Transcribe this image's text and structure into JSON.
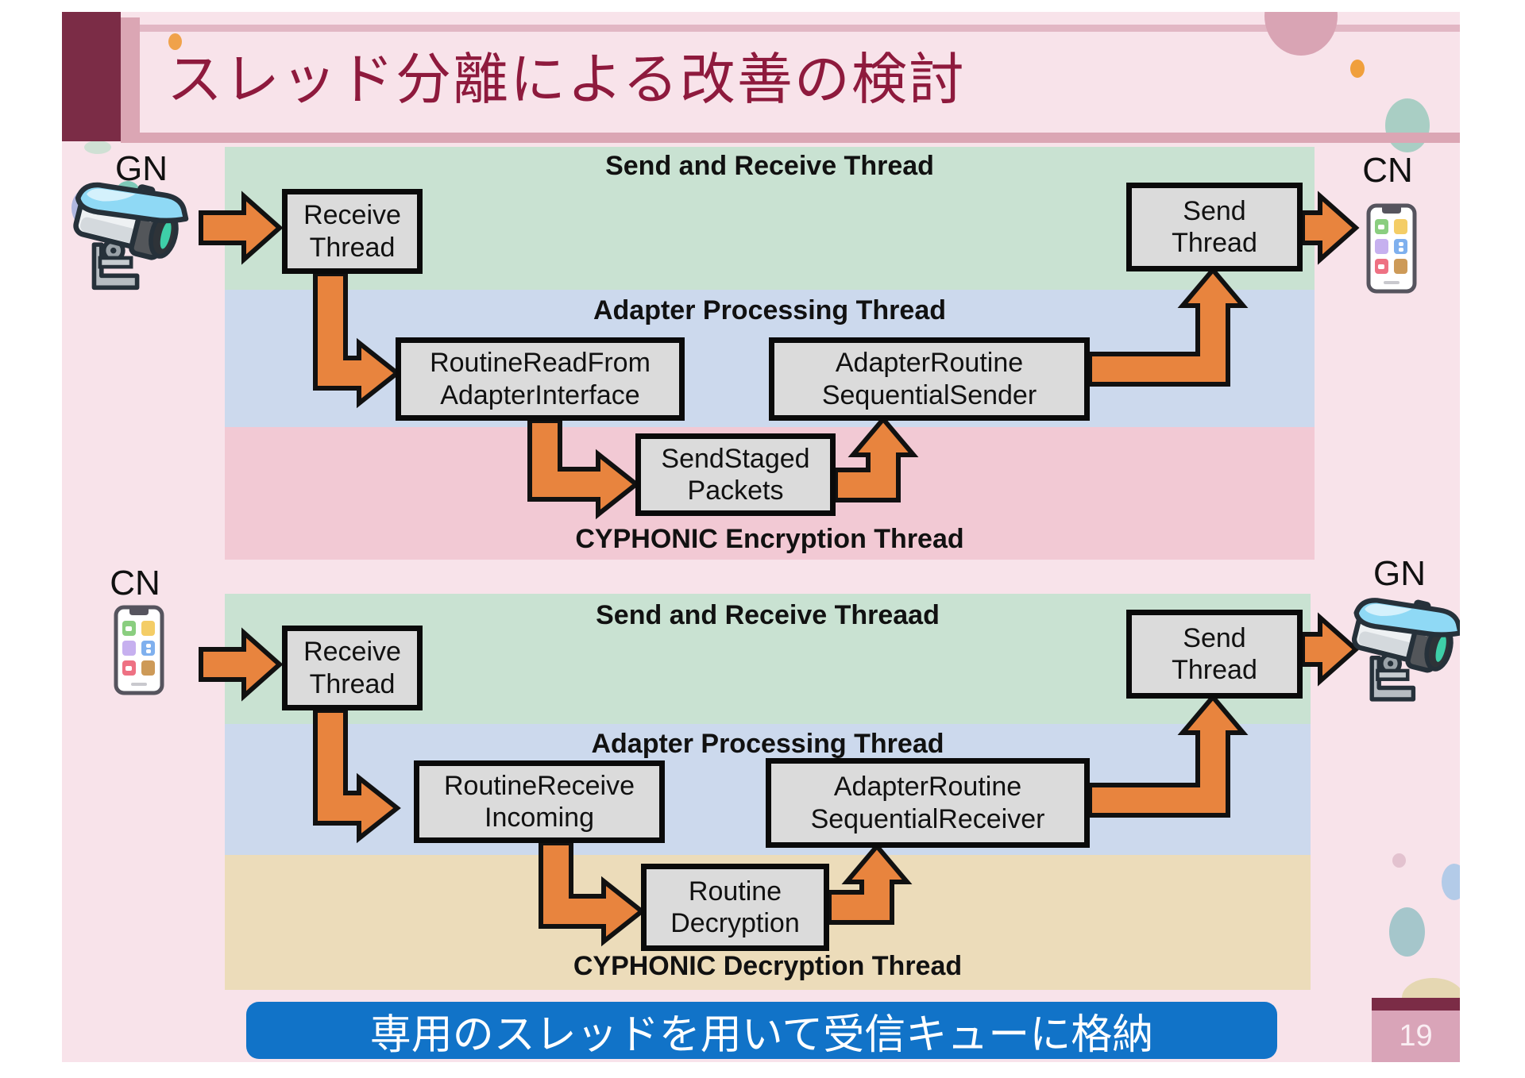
{
  "slide": {
    "title": "スレッド分離による改善の検討",
    "page_number": "19",
    "banner_text": "専用のスレッドを用いて受信キューに格納"
  },
  "top_flow": {
    "source_label": "GN",
    "dest_label": "CN",
    "send_receive_band": "Send and Receive Thread",
    "adapter_band": "Adapter Processing Thread",
    "crypto_band": "CYPHONIC Encryption Thread",
    "boxes": {
      "receive": {
        "line1": "Receive",
        "line2": "Thread"
      },
      "routine_read": {
        "line1": "RoutineReadFrom",
        "line2": "AdapterInterface"
      },
      "seq_sender": {
        "line1": "AdapterRoutine",
        "line2": "SequentialSender"
      },
      "send_staged": {
        "line1": "SendStaged",
        "line2": "Packets"
      },
      "send": {
        "line1": "Send",
        "line2": "Thread"
      }
    }
  },
  "bottom_flow": {
    "source_label": "CN",
    "dest_label": "GN",
    "send_receive_band": "Send and Receive Threaad",
    "adapter_band": "Adapter Processing Thread",
    "crypto_band": "CYPHONIC Decryption Thread",
    "boxes": {
      "receive": {
        "line1": "Receive",
        "line2": "Thread"
      },
      "routine_receive": {
        "line1": "RoutineReceive",
        "line2": "Incoming"
      },
      "seq_receiver": {
        "line1": "AdapterRoutine",
        "line2": "SequentialReceiver"
      },
      "routine_decrypt": {
        "line1": "Routine",
        "line2": "Decryption"
      },
      "send": {
        "line1": "Send",
        "line2": "Thread"
      }
    }
  },
  "colors": {
    "slide_pink": "#f8e3ea",
    "accent_maroon": "#7b2c46",
    "title_text": "#8e1a3d",
    "band_green": "#c9e2d2",
    "band_blue": "#ccd9ed",
    "band_pink": "#f2c9d4",
    "band_tan": "#ecdcba",
    "arrow_orange": "#e8843e",
    "banner_blue": "#1173c8",
    "box_gray": "#dbdbdb"
  }
}
